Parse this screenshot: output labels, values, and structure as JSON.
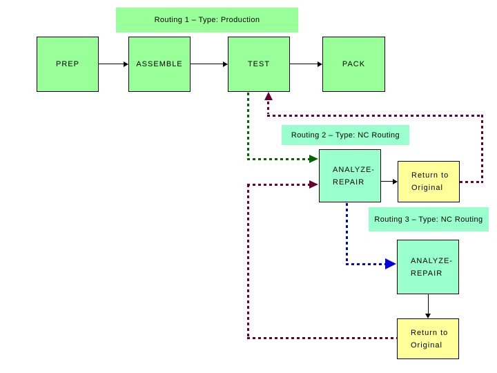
{
  "diagram": {
    "routing1_label": "Routing 1 – Type: Production",
    "routing2_label": "Routing 2 – Type: NC Routing",
    "routing3_label": "Routing 3 – Type: NC Routing",
    "production_steps": {
      "prep": "PREP",
      "assemble": "ASSEMBLE",
      "test": "TEST",
      "pack": "PACK"
    },
    "nc_step": {
      "line1": "ANALYZE-",
      "line2": "REPAIR"
    },
    "return_step": {
      "line1": "Return to",
      "line2": "Original"
    },
    "colors": {
      "canvas_bg": "#ffffff",
      "border": "#000000",
      "production_fill": "#99ff99",
      "nc_fill": "#99ffcc",
      "return_fill": "#ffff99",
      "routing2_flow": "#006600",
      "return_flow": "#660033",
      "routing3_flow": "#0000dd"
    }
  }
}
